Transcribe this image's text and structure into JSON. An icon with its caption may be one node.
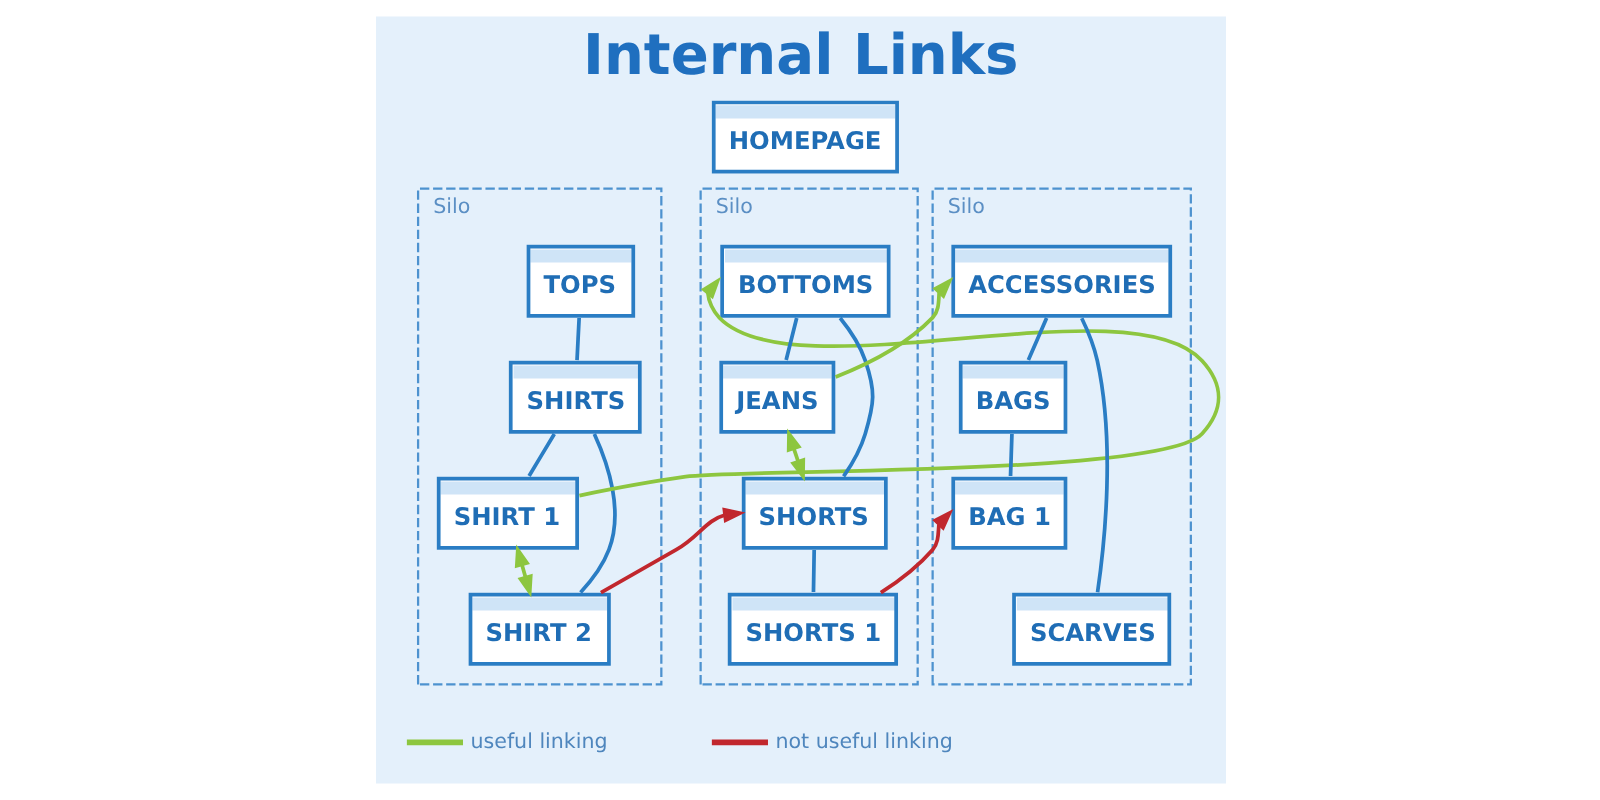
{
  "diagram": {
    "title": "Internal Links",
    "nodes": [
      {
        "text": [
          "HOMEPAGE"
        ]
      },
      {
        "text": [
          "Silo"
        ]
      },
      {
        "text": [
          "TOPS"
        ],
        "in": 1
      },
      {
        "text": [
          "SHIRTS"
        ],
        "in": 1
      },
      {
        "text": [
          "SHIRT 1"
        ],
        "in": 1
      },
      {
        "text": [
          "SHIRT 2"
        ],
        "in": 1
      },
      {
        "text": [
          "Silo"
        ]
      },
      {
        "text": [
          "BOTTOMS"
        ],
        "in": 6
      },
      {
        "text": [
          "JEANS"
        ],
        "in": 6
      },
      {
        "text": [
          "SHORTS"
        ],
        "in": 6
      },
      {
        "text": [
          "SHORTS 1"
        ],
        "in": 6
      },
      {
        "text": [
          "Silo"
        ]
      },
      {
        "text": [
          "ACCESSORIES"
        ],
        "in": 11
      },
      {
        "text": [
          "BAGS"
        ],
        "in": 11
      },
      {
        "text": [
          "BAG 1"
        ],
        "in": 11
      },
      {
        "text": [
          "SCARVES"
        ],
        "in": 11
      }
    ],
    "edges": [
      {
        "from": 2,
        "to": 3,
        "arrow": "none"
      },
      {
        "from": 3,
        "to": 4,
        "arrow": "none"
      },
      {
        "from": 3,
        "to": 5,
        "arrow": "none"
      },
      {
        "from": 7,
        "to": 8,
        "arrow": "none"
      },
      {
        "from": 7,
        "to": 9,
        "arrow": "none"
      },
      {
        "from": 9,
        "to": 10,
        "arrow": "none"
      },
      {
        "from": 12,
        "to": 13,
        "arrow": "none"
      },
      {
        "from": 13,
        "to": 14,
        "arrow": "none"
      },
      {
        "from": 12,
        "to": 15,
        "arrow": "none"
      },
      {
        "from": 4,
        "to": 7,
        "arrow": "to",
        "color": "#8dc63f"
      },
      {
        "from": 4,
        "to": 5,
        "arrow": "both",
        "color": "#8dc63f"
      },
      {
        "from": 5,
        "to": 9,
        "arrow": "to",
        "color": "#c1272d"
      },
      {
        "from": 8,
        "to": 12,
        "arrow": "to",
        "color": "#8dc63f"
      },
      {
        "from": 8,
        "to": 9,
        "arrow": "both",
        "color": "#8dc63f"
      },
      {
        "from": 10,
        "to": 14,
        "arrow": "to",
        "color": "#c1272d"
      }
    ],
    "legend": [
      {
        "text": "useful linking"
      },
      {
        "text": "not useful linking"
      }
    ]
  }
}
